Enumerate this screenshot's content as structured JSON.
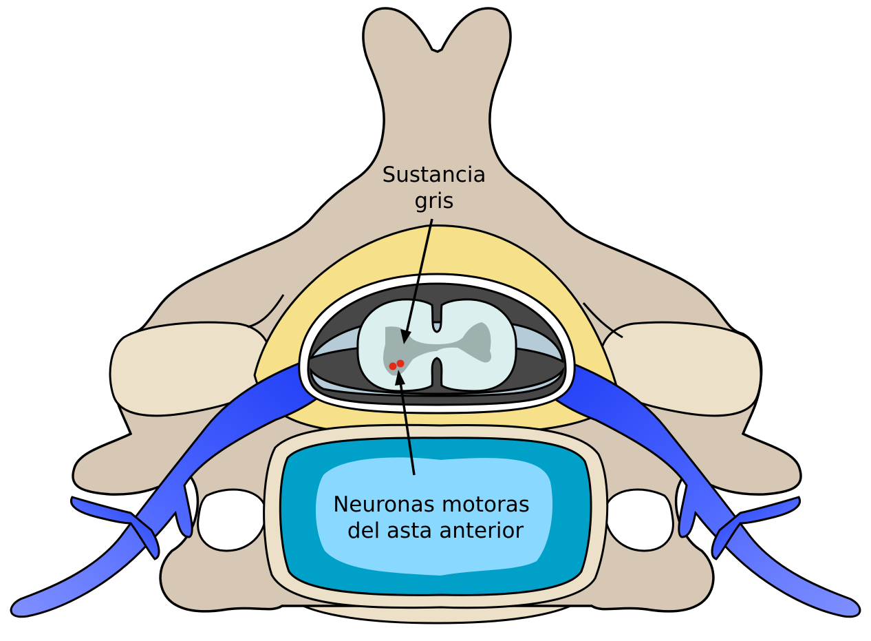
{
  "labels": {
    "gray_matter_line1": "Sustancia",
    "gray_matter_line2": "gris",
    "motor_neurons_line1": "Neuronas motoras",
    "motor_neurons_line2": "del asta anterior"
  },
  "colors": {
    "bone": "#d6c8b4",
    "bone_light": "#ede0c9",
    "epidural_fat": "#f6e08a",
    "disc_outer": "#00a0c8",
    "disc_inner": "#88d8ff",
    "veins": "#3b5cff",
    "cord": "#dcefef",
    "gray_matter": "#9fb1ae",
    "csf": "#b5cbd8",
    "meninges_dark": "#474747",
    "neurons": "#e32b1a"
  }
}
